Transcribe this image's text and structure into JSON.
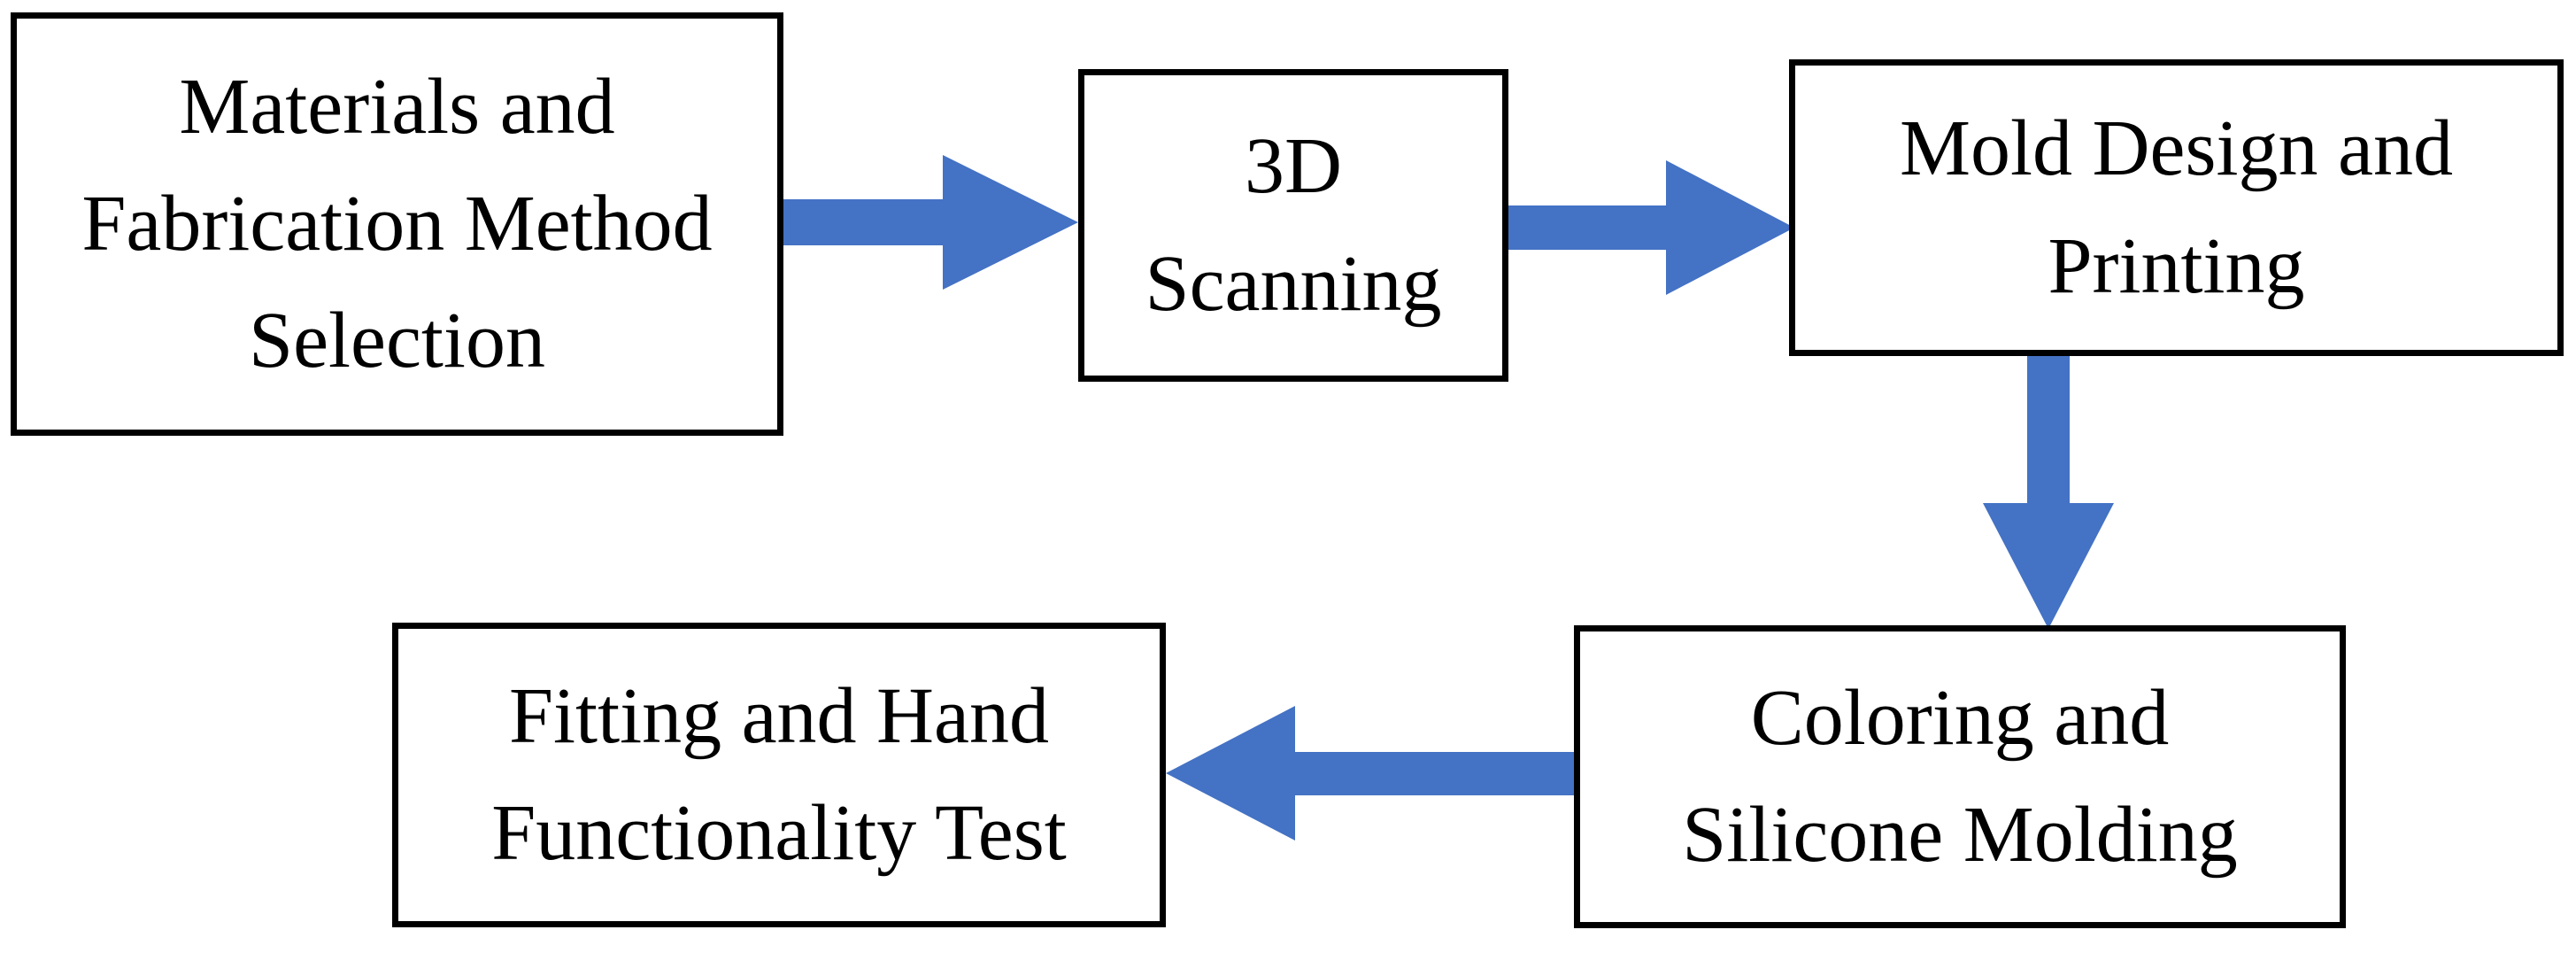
{
  "diagram": {
    "type": "flowchart",
    "background": "#ffffff",
    "colors": {
      "arrow": "#4472C4",
      "box_border": "#000000",
      "text": "#000000"
    },
    "nodes": [
      {
        "id": "materials",
        "label": "Materials and\nFabrication Method\nSelection"
      },
      {
        "id": "scanning",
        "label": "3D\nScanning"
      },
      {
        "id": "mold",
        "label": "Mold Design and\nPrinting"
      },
      {
        "id": "coloring",
        "label": "Coloring and\nSilicone Molding"
      },
      {
        "id": "fitting",
        "label": "Fitting and Hand\nFunctionality Test"
      }
    ],
    "edges": [
      {
        "from": "materials",
        "to": "scanning",
        "direction": "right"
      },
      {
        "from": "scanning",
        "to": "mold",
        "direction": "right"
      },
      {
        "from": "mold",
        "to": "coloring",
        "direction": "down"
      },
      {
        "from": "coloring",
        "to": "fitting",
        "direction": "left"
      }
    ]
  }
}
